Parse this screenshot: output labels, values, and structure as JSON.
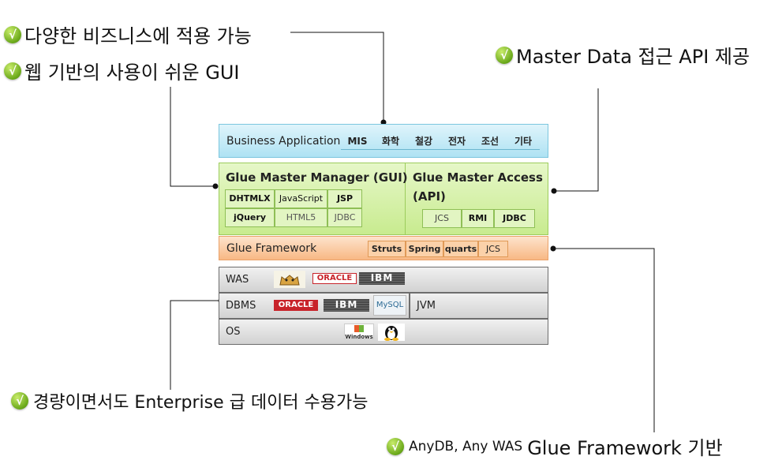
{
  "callouts": {
    "top_left_1": "다양한 비즈니스에 적용 가능",
    "top_left_2": "웹 기반의 사용이 쉬운  GUI",
    "top_right": "Master Data 접근 API 제공",
    "bottom_left": "경량이면서도 Enterprise 급  데이터 수용가능",
    "bottom_right_prefix": "AnyDB, Any WAS",
    "bottom_right_main": "Glue Framework 기반",
    "check_mark": "√"
  },
  "business": {
    "title": "Business Application",
    "items": [
      "MIS",
      "화학",
      "철강",
      "전자",
      "조선",
      "기타"
    ]
  },
  "glue_manager": {
    "title": "Glue Master Manager (GUI)",
    "cells": [
      "DHTMLX",
      "JavaScript",
      "JSP",
      "jQuery",
      "HTML5",
      "JDBC"
    ]
  },
  "glue_access": {
    "title_line1": "Glue Master Access",
    "title_line2": "(API)",
    "cells": [
      "JCS",
      "RMI",
      "JDBC"
    ]
  },
  "framework": {
    "title": "Glue Framework",
    "cells": [
      "Struts",
      "Spring",
      "quarts",
      "JCS"
    ]
  },
  "infra": {
    "was": "WAS",
    "dbms": "DBMS",
    "jvm": "JVM",
    "os": "OS"
  },
  "logos": {
    "oracle": "ORACLE",
    "ibm": "IBM",
    "mysql": "MySQL",
    "windows": "Windows"
  },
  "colors": {
    "business_layer": "#aee2f3",
    "glue_layer": "#c8eb8f",
    "framework_layer": "#f8b884",
    "infra_layer": "#d2d2d2",
    "check": "#6aa81a",
    "oracle_red": "#c8232a"
  }
}
